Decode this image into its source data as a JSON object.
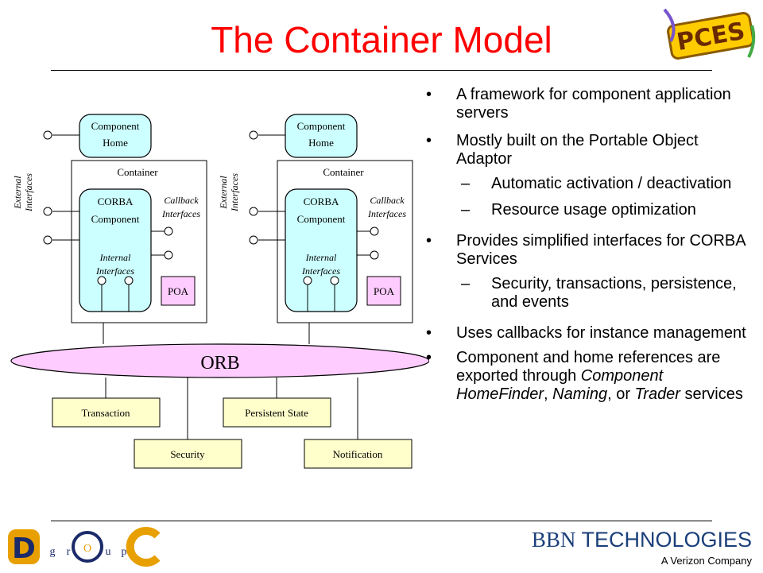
{
  "slide": {
    "title": "The Container Model"
  },
  "bullets": [
    {
      "text": "A framework for component application servers"
    },
    {
      "text": "Mostly built on the Portable Object Adaptor",
      "sub": [
        "Automatic activation / deactivation",
        "Resource usage optimization"
      ]
    },
    {
      "text": "Provides simplified interfaces for CORBA Services",
      "sub": [
        "Security, transactions, persistence, and events"
      ]
    },
    {
      "text": "Uses callbacks for instance management"
    },
    {
      "text_pre": "Component and home references are exported through ",
      "em1": "Component HomeFinder",
      "sep1": ", ",
      "em2": "Naming",
      "sep2": ", or ",
      "em3": "Trader",
      "text_post": " services"
    }
  ],
  "diagram": {
    "component_home": [
      "Component",
      "Home"
    ],
    "container": "Container",
    "external_interfaces": [
      "External",
      "Interfaces"
    ],
    "corba_component": [
      "CORBA",
      "Component"
    ],
    "callback_interfaces": [
      "Callback",
      "Interfaces"
    ],
    "internal_interfaces": [
      "Internal",
      "Interfaces"
    ],
    "poa": "POA",
    "orb": "ORB",
    "services": {
      "transaction": "Transaction",
      "persistent_state": "Persistent State",
      "security": "Security",
      "notification": "Notification"
    }
  },
  "footer": {
    "doc_letters": [
      "D",
      "O",
      "C"
    ],
    "group_letters": [
      "g",
      "r",
      "u",
      "p"
    ],
    "bbn_name_serif": "BBN",
    "bbn_name": " TECHNOLOGIES",
    "bbn_sub": "A Verizon Company",
    "pces": "PCES"
  },
  "colors": {
    "title": "#ff0000",
    "component_fill": "#ccffff",
    "orb_fill": "#ffccff",
    "service_fill": "#ffffcc",
    "poa_fill": "#ffccff"
  }
}
